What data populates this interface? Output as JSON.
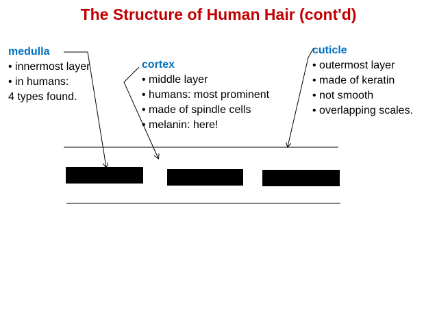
{
  "title": "The Structure of Human Hair (cont'd)",
  "medulla": {
    "heading": "medulla",
    "lines": [
      "• innermost layer",
      "• in humans:",
      "4 types found."
    ]
  },
  "cortex": {
    "heading": "cortex",
    "lines": [
      "• middle layer",
      "• humans: most prominent",
      "• made of spindle cells",
      "• melanin: here!"
    ]
  },
  "cuticle": {
    "heading": "cuticle",
    "lines": [
      "• outermost layer",
      "• made of keratin",
      "• not smooth",
      "• overlapping scales."
    ]
  },
  "colors": {
    "title": "#c00000",
    "heading": "#0070c0",
    "text": "#000000",
    "medulla_bar": "#000000"
  }
}
